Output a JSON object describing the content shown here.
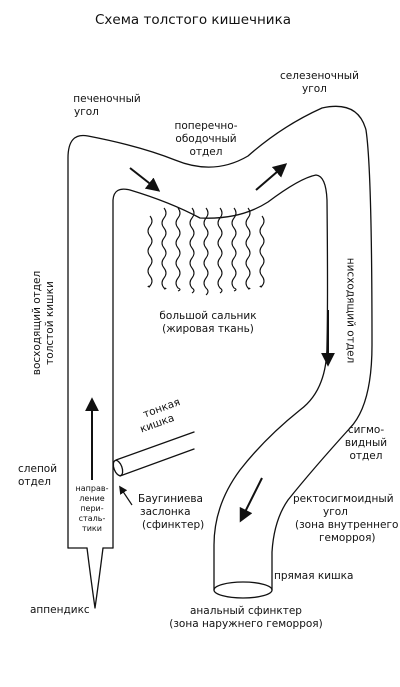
{
  "title": "Схема толстого кишечника",
  "labels": {
    "hepatic_flexure": [
      "печеночный",
      "угол"
    ],
    "splenic_flexure": [
      "селезеночный",
      "угол"
    ],
    "transverse_colon": [
      "поперечно-",
      "ободочный",
      "отдел"
    ],
    "greater_omentum": [
      "большой сальник",
      "(жировая ткань)"
    ],
    "ascending_colon": [
      "восходящий отдел",
      "толстой кишки"
    ],
    "descending_colon": "нисходящий отдел",
    "small_intestine": [
      "тонкая",
      "кишка"
    ],
    "cecum": [
      "слепой",
      "отдел"
    ],
    "peristalsis": [
      "направ-",
      "ление",
      "пери-",
      "сталь-",
      "тики"
    ],
    "bauhin_valve": [
      "Баугиниева",
      "заслонка",
      "(сфинктер)"
    ],
    "sigmoid": [
      "сигмо-",
      "видный",
      "отдел"
    ],
    "rectosigmoid": [
      "ректосигмоидный",
      "угол",
      "(зона внутреннего",
      "геморроя)"
    ],
    "rectum": "прямая кишка",
    "anal_sphincter": [
      "анальный сфинктер",
      "(зона наружнего геморроя)"
    ],
    "appendix": "аппендикс"
  },
  "colors": {
    "ink": "#111111",
    "paper": "#ffffff"
  }
}
